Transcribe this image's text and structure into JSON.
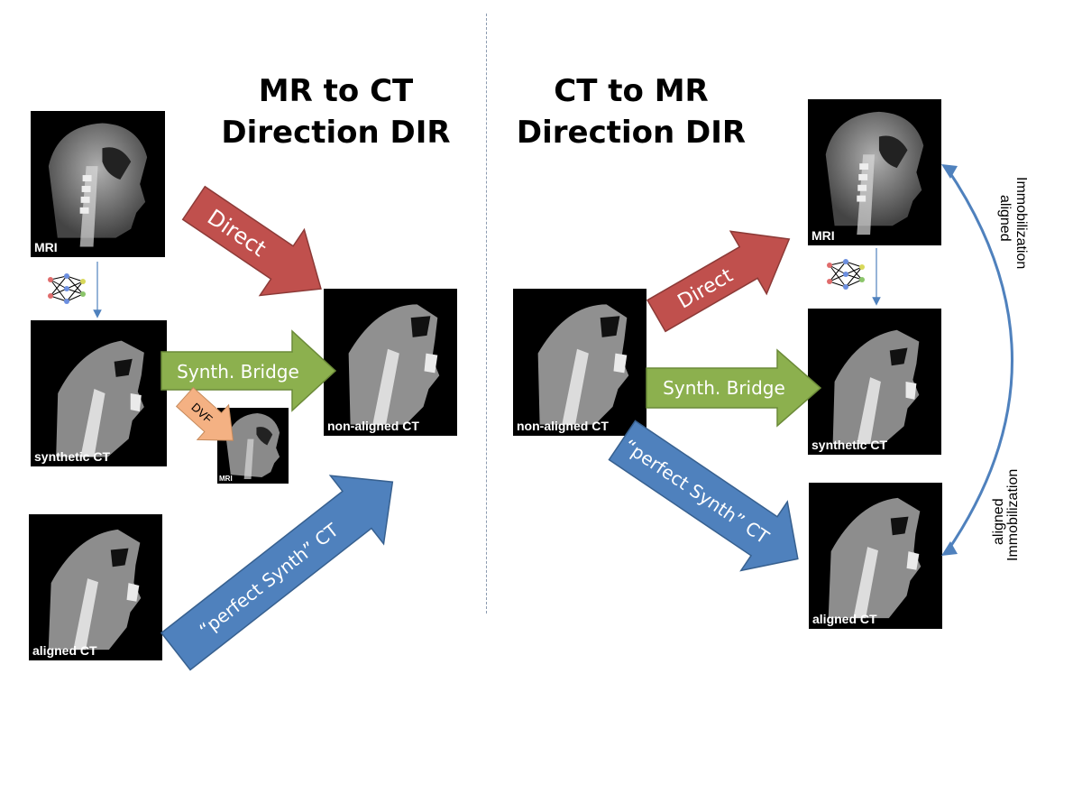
{
  "left_panel": {
    "title_line1": "MR to CT",
    "title_line2": "Direction DIR",
    "images": {
      "mri": "MRI",
      "synthetic_ct": "synthetic CT",
      "aligned_ct": "aligned CT",
      "non_aligned_ct": "non-aligned CT",
      "dvf_mri": "MRI"
    },
    "arrows": {
      "direct": "Direct",
      "synth_bridge": "Synth. Bridge",
      "perfect_synth": "“perfect Synth” CT",
      "dvf": "DVF"
    }
  },
  "right_panel": {
    "title_line1": "CT to MR",
    "title_line2": "Direction DIR",
    "images": {
      "mri": "MRI",
      "synthetic_ct": "synthetic CT",
      "aligned_ct": "aligned CT",
      "non_aligned_ct": "non-aligned CT"
    },
    "arrows": {
      "direct": "Direct",
      "synth_bridge": "Synth. Bridge",
      "perfect_synth": "“perfect Synth” CT"
    },
    "curve_labels": {
      "top_line1": "Immobilization",
      "top_line2": "aligned",
      "bottom_line1": "Immobilization",
      "bottom_line2": "aligned"
    }
  },
  "colors": {
    "direct_arrow": "#c0504d",
    "synth_arrow": "#8cb04e",
    "perfect_arrow": "#4f81bd",
    "dvf_arrow": "#f4b183",
    "connector": "#4f81bd",
    "divider": "#8c9bb0"
  },
  "icons": [
    "neural-network-icon"
  ]
}
